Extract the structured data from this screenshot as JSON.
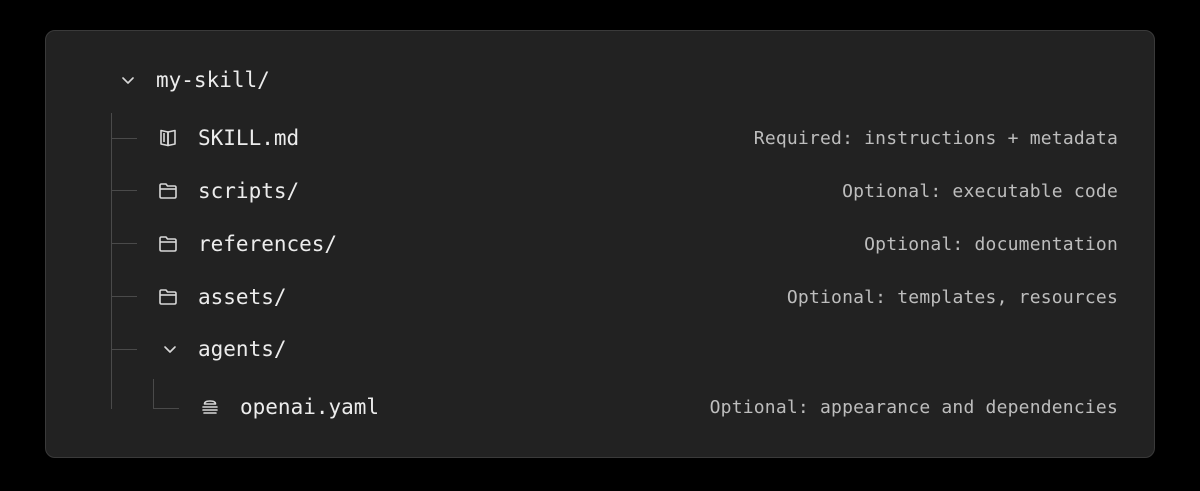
{
  "tree": {
    "root": {
      "name": "my-skill/",
      "icon": "chevron-down-icon"
    },
    "items": [
      {
        "name": "SKILL.md",
        "icon": "book-open-icon",
        "description": "Required: instructions + metadata"
      },
      {
        "name": "scripts/",
        "icon": "folder-icon",
        "description": "Optional: executable code"
      },
      {
        "name": "references/",
        "icon": "folder-icon",
        "description": "Optional: documentation"
      },
      {
        "name": "assets/",
        "icon": "folder-icon",
        "description": "Optional: templates, resources"
      },
      {
        "name": "agents/",
        "icon": "chevron-down-icon",
        "description": ""
      }
    ],
    "nested": [
      {
        "name": "openai.yaml",
        "icon": "stack-icon",
        "description": "Optional: appearance and dependencies"
      }
    ]
  },
  "colors": {
    "background": "#000000",
    "panel": "#222222",
    "text": "#ececec",
    "description": "#bdbdbd",
    "connector": "#4a4a4a"
  }
}
